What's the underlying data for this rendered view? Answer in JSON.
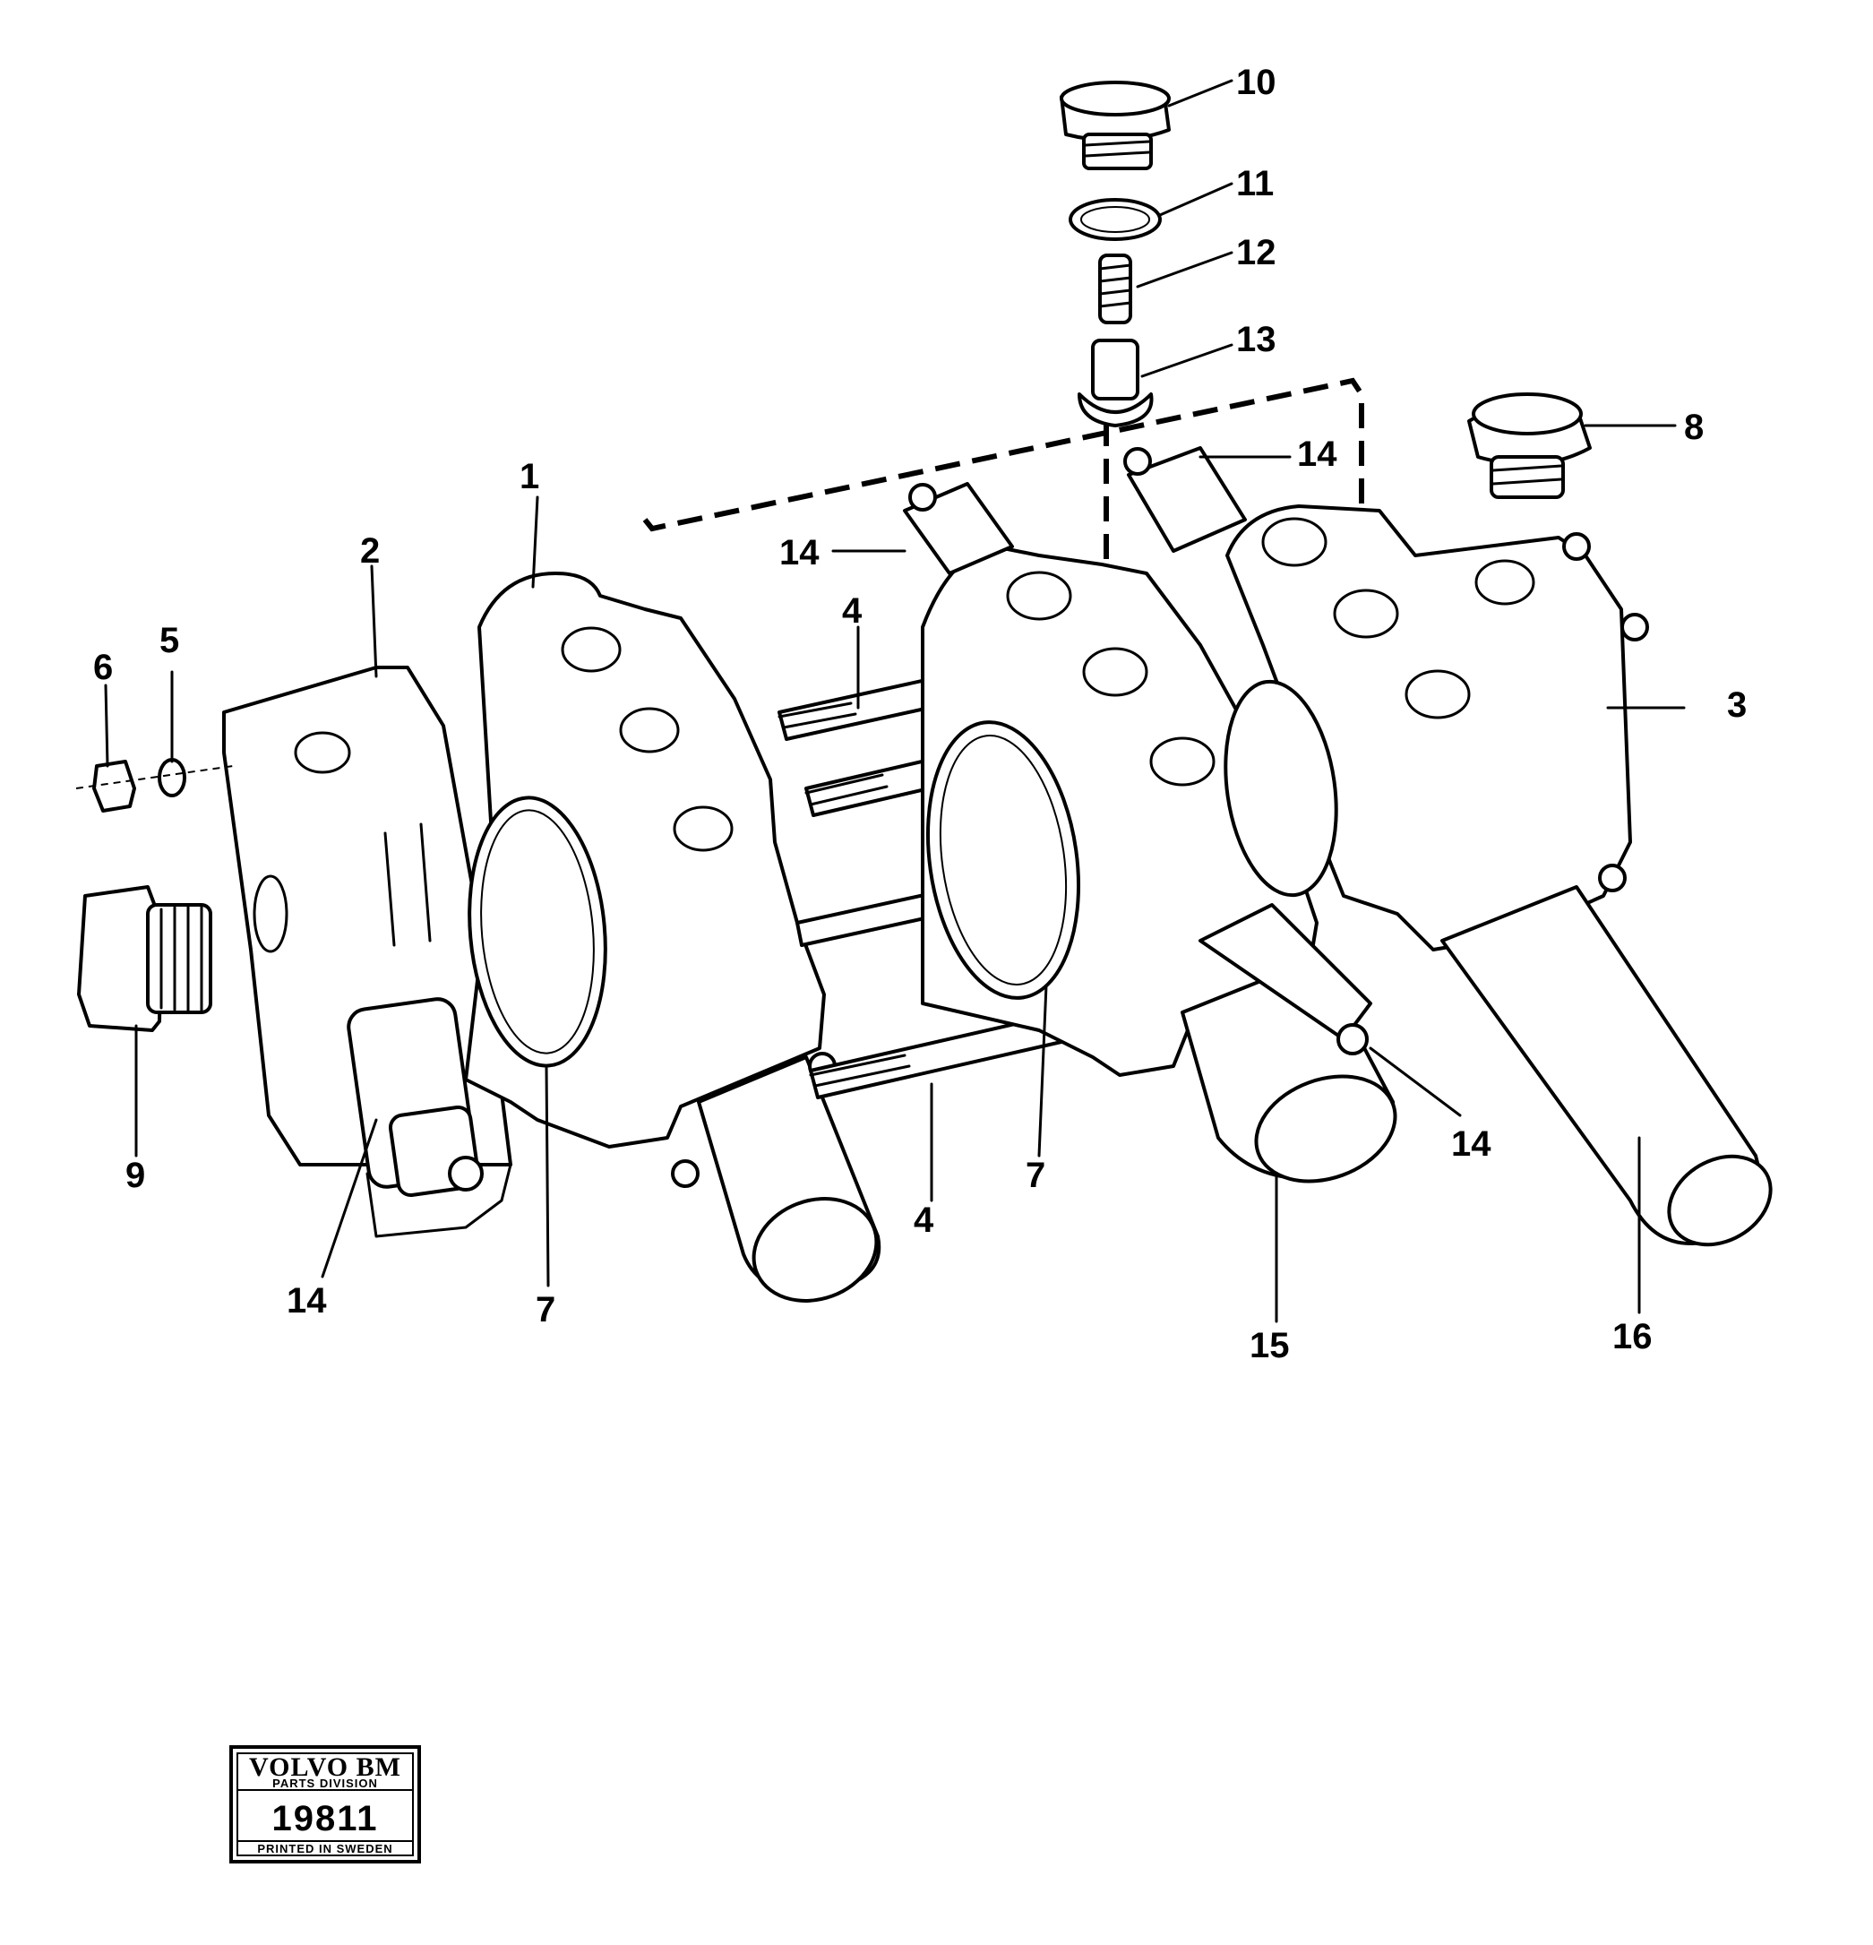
{
  "callouts": {
    "c1": "1",
    "c2": "2",
    "c3": "3",
    "c4a": "4",
    "c4b": "4",
    "c5": "5",
    "c6": "6",
    "c7a": "7",
    "c7b": "7",
    "c8": "8",
    "c9": "9",
    "c10": "10",
    "c11": "11",
    "c12": "12",
    "c13": "13",
    "c14a": "14",
    "c14b": "14",
    "c14c": "14",
    "c14d": "14",
    "c15": "15",
    "c16": "16"
  },
  "stamp": {
    "brand": "VOLVO BM",
    "division": "PARTS DIVISION",
    "number": "19811",
    "printed": "PRINTED IN SWEDEN"
  }
}
